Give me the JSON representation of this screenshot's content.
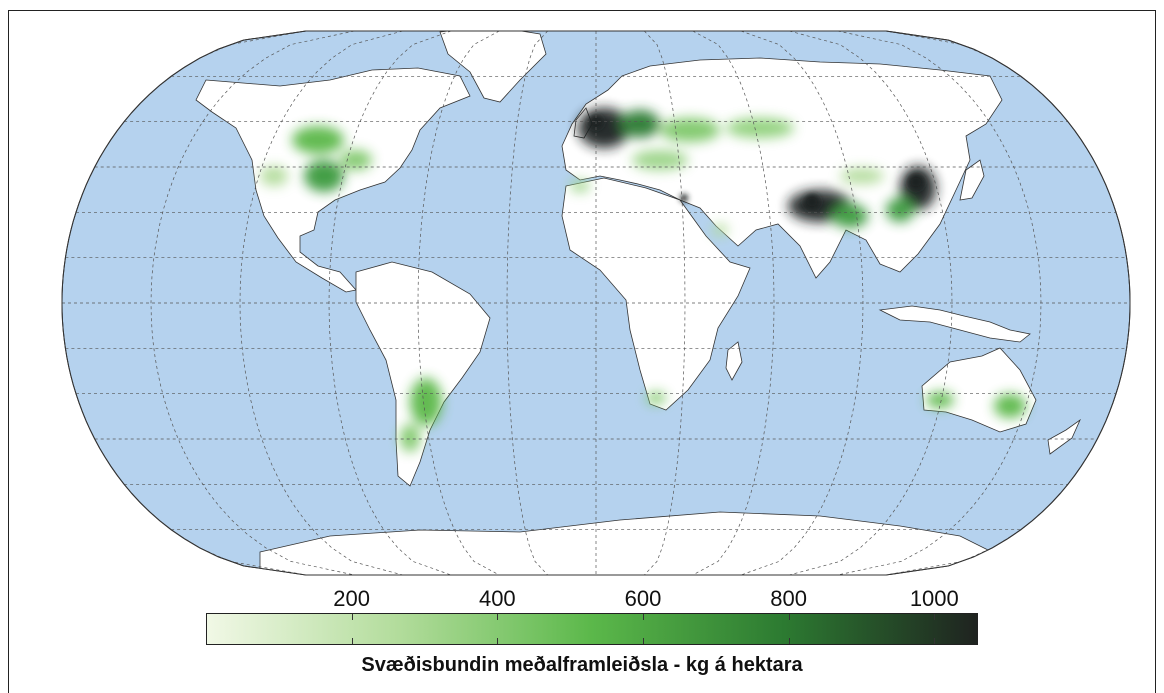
{
  "map": {
    "ocean_color": "#b5d2ee",
    "land_color": "#ffffff",
    "graticule": true
  },
  "legend": {
    "ticks": [
      {
        "value": 200,
        "label": "200"
      },
      {
        "value": 400,
        "label": "400"
      },
      {
        "value": 600,
        "label": "600"
      },
      {
        "value": 800,
        "label": "800"
      },
      {
        "value": 1000,
        "label": "1000"
      }
    ],
    "range": [
      0,
      1060
    ],
    "colors": [
      "#f1f8e6",
      "#b2dc9b",
      "#5bb84a",
      "#2c7a31",
      "#1f2320"
    ],
    "caption": "Svæðisbundin meðalframleiðsla - kg á hektara"
  }
}
